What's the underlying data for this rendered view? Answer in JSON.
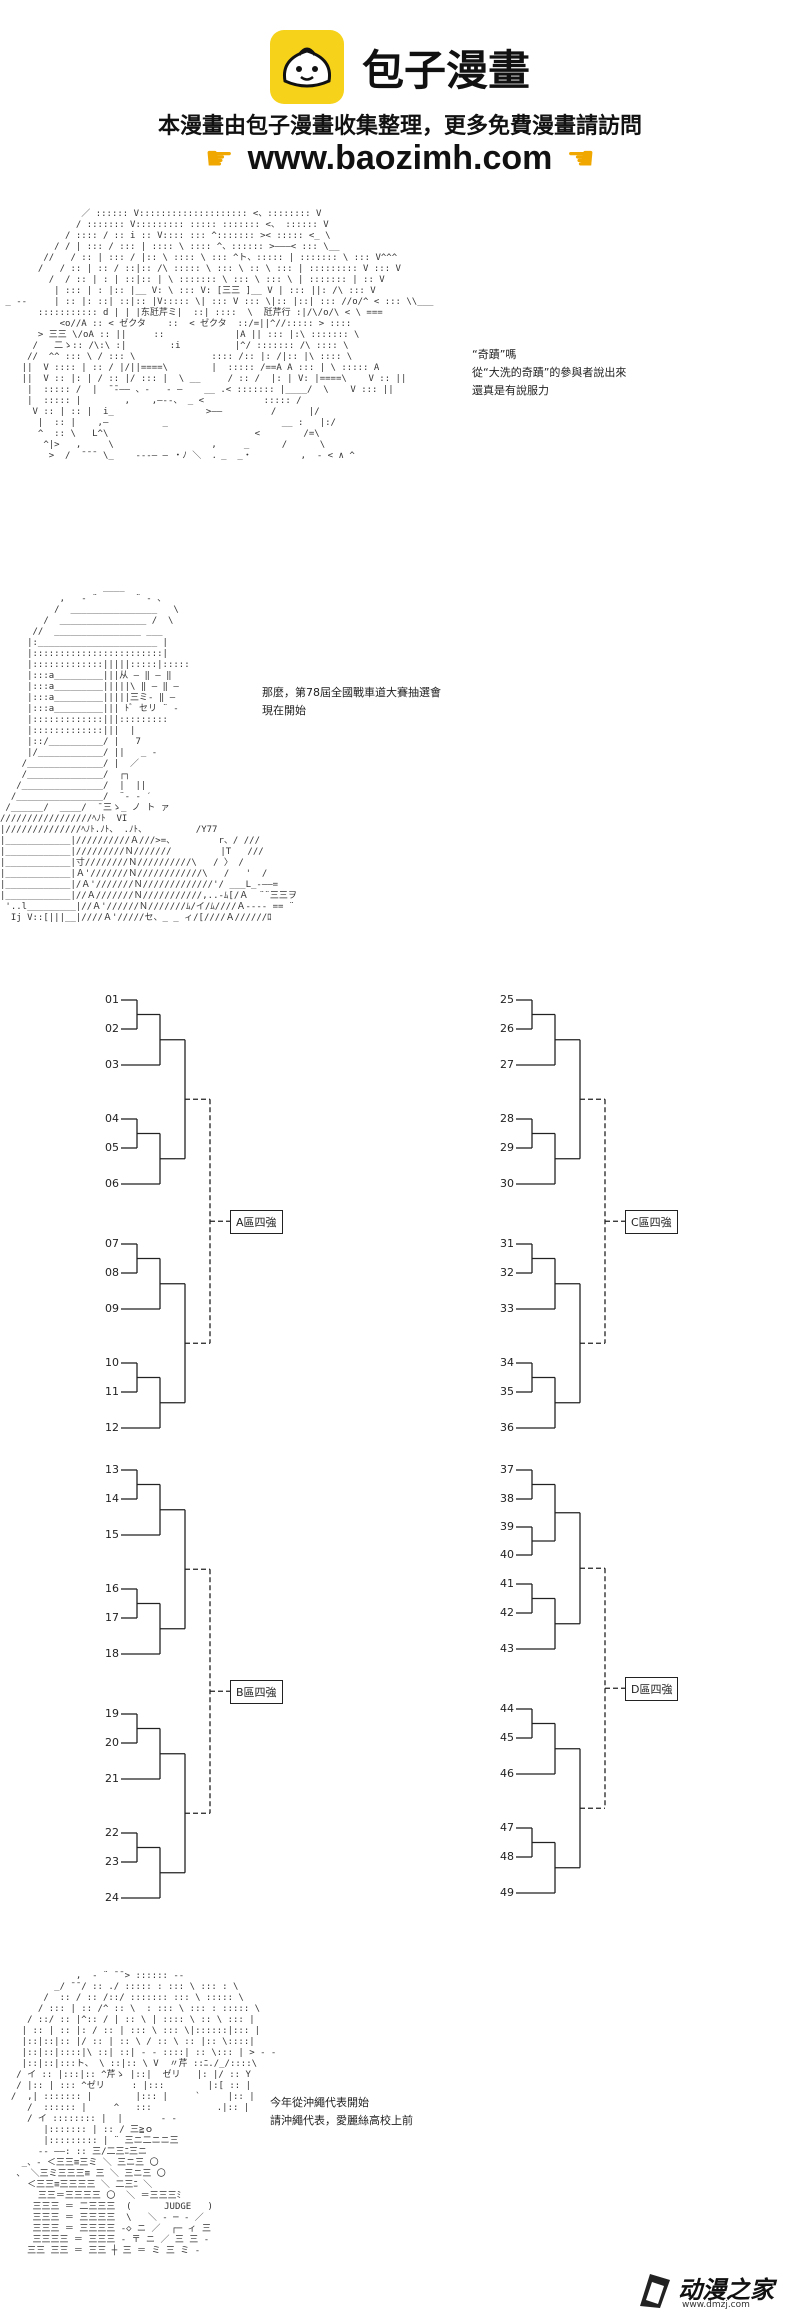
{
  "header": {
    "site_name": "包子漫畫",
    "notice": "本漫畫由包子漫畫收集整理，更多免費漫畫請訪問",
    "url": "www.baozimh.com"
  },
  "panel1": {
    "caption_lines": [
      "“奇蹟”嗎",
      "從“大洗的奇蹟”的參與者說出來",
      "還真是有說服力"
    ]
  },
  "panel2": {
    "caption_lines": [
      "那麼，第78屆全國戰車道大賽抽選會",
      "現在開始"
    ]
  },
  "bracket": {
    "left_top": [
      "01",
      "02",
      "03",
      "04",
      "05",
      "06",
      "07",
      "08",
      "09",
      "10",
      "11",
      "12"
    ],
    "left_bottom": [
      "13",
      "14",
      "15",
      "16",
      "17",
      "18",
      "19",
      "20",
      "21",
      "22",
      "23",
      "24"
    ],
    "right_top": [
      "25",
      "26",
      "27",
      "28",
      "29",
      "30",
      "31",
      "32",
      "33",
      "34",
      "35",
      "36"
    ],
    "right_bottom": [
      "37",
      "38",
      "39",
      "40",
      "41",
      "42",
      "43",
      "44",
      "45",
      "46",
      "47",
      "48",
      "49"
    ],
    "group_a": "A區四強",
    "group_b": "B區四強",
    "group_c": "C區四強",
    "group_d": "D區四強"
  },
  "panel3": {
    "caption_lines": [
      "今年從沖繩代表開始",
      "請沖繩代表，愛麗絲高校上前"
    ],
    "art_label": "JUDGE"
  },
  "footer": {
    "logo_main": "动漫之家",
    "logo_sub": "www.dmzj.com"
  },
  "colors": {
    "brand_yellow": "#f6d21b",
    "hand": "#f0a800"
  }
}
